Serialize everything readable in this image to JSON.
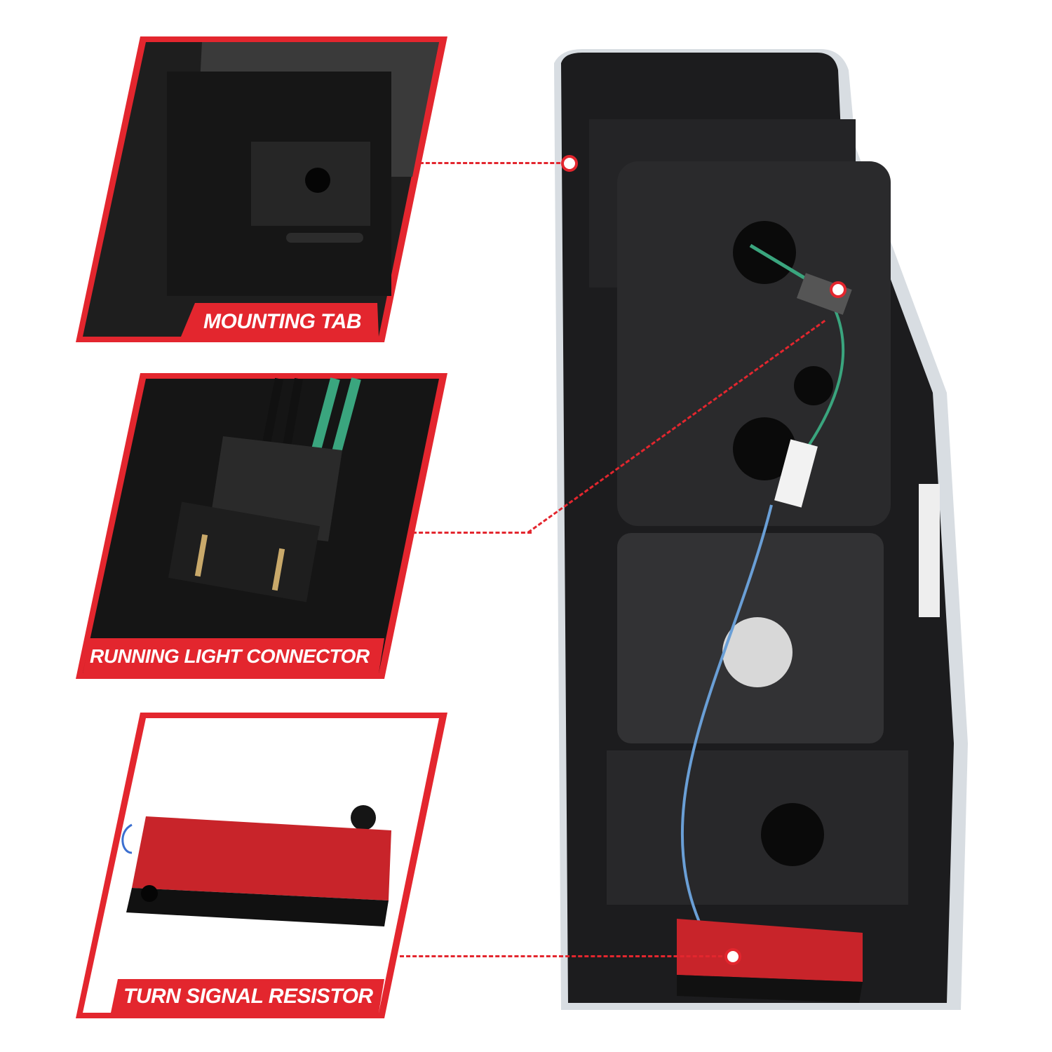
{
  "callouts": [
    {
      "label": "MOUNTING TAB"
    },
    {
      "label": "RUNNING LIGHT CONNECTOR"
    },
    {
      "label": "TURN SIGNAL RESISTOR"
    }
  ],
  "colors": {
    "accent": "#e3262e",
    "housing": "#1c1c1e",
    "wire_blue": "#6a9fd6",
    "wire_green": "#3aa57e"
  }
}
